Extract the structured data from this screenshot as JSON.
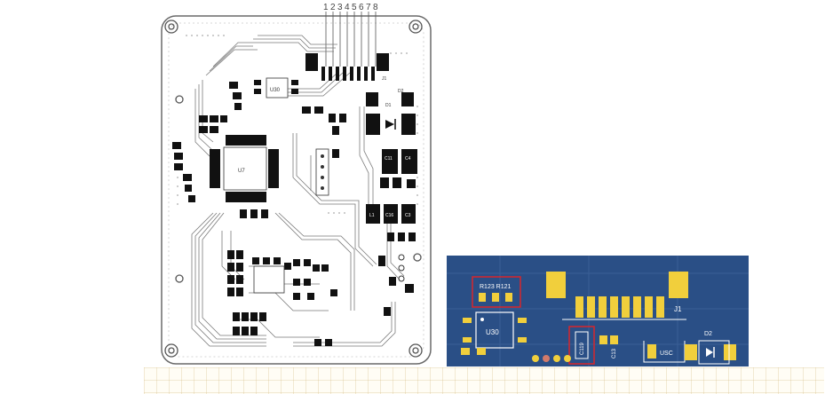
{
  "pcb_drawing": {
    "connector_pins": [
      "1",
      "2",
      "3",
      "4",
      "5",
      "6",
      "7",
      "8"
    ],
    "labels": {
      "u30": "U30",
      "u7": "U7",
      "j1": "J1",
      "d2": "D2",
      "d1": "D1",
      "c11": "C11",
      "c4": "C4",
      "c16": "C16",
      "c3": "C3",
      "l1": "L1"
    }
  },
  "board_photo": {
    "labels": {
      "resistors": "R123 R121",
      "u30": "U30",
      "j1": "J1",
      "d2": "D2",
      "usc": "USC",
      "cap": "C119",
      "small": "C13"
    },
    "colors": {
      "board": "#2a4f86",
      "pads": "#f1cf3c",
      "highlight": "#d7262b"
    }
  }
}
